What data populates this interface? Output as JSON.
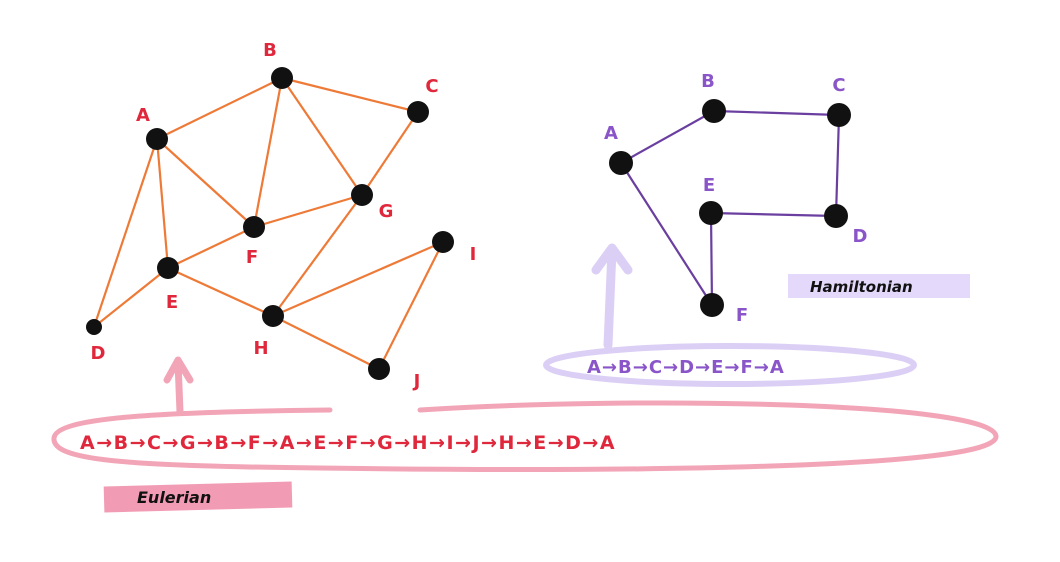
{
  "colors": {
    "eulerian_edge": "#ee7a38",
    "eulerian_label": "#e0283c",
    "hamiltonian_edge": "#6a3fa0",
    "hamiltonian_label": "#8a55c8",
    "node": "#111111",
    "eulerian_loop": "#f3a5b8",
    "hamiltonian_loop": "#dccff5",
    "eulerian_tag_bg": "#f19cb4",
    "hamiltonian_tag_bg": "#e4d8fb"
  },
  "eulerian_graph": {
    "nodes": [
      "A",
      "B",
      "C",
      "D",
      "E",
      "F",
      "G",
      "H",
      "I",
      "J"
    ],
    "edges": [
      [
        "A",
        "B"
      ],
      [
        "B",
        "C"
      ],
      [
        "A",
        "E"
      ],
      [
        "A",
        "F"
      ],
      [
        "A",
        "D"
      ],
      [
        "B",
        "F"
      ],
      [
        "B",
        "G"
      ],
      [
        "C",
        "G"
      ],
      [
        "F",
        "G"
      ],
      [
        "E",
        "F"
      ],
      [
        "D",
        "E"
      ],
      [
        "E",
        "H"
      ],
      [
        "G",
        "H"
      ],
      [
        "H",
        "I"
      ],
      [
        "H",
        "J"
      ],
      [
        "I",
        "J"
      ]
    ]
  },
  "hamiltonian_graph": {
    "nodes": [
      "A",
      "B",
      "C",
      "D",
      "E",
      "F"
    ],
    "edges": [
      [
        "A",
        "B"
      ],
      [
        "B",
        "C"
      ],
      [
        "C",
        "D"
      ],
      [
        "D",
        "E"
      ],
      [
        "E",
        "F"
      ],
      [
        "F",
        "A"
      ]
    ]
  },
  "eulerian_path_text": "A→B→C→G→B→F→A→E→F→G→H→I→J→H→E→D→A",
  "hamiltonian_path_text": "A→B→C→D→E→F→A",
  "eulerian_tag": "Eulerian",
  "hamiltonian_tag": "Hamiltonian"
}
